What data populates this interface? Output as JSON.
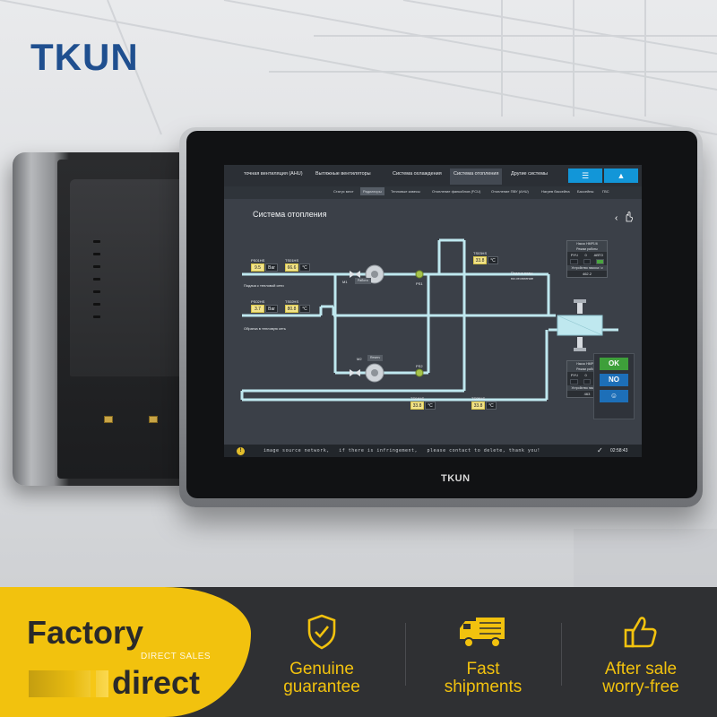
{
  "brand": {
    "logo_text": "TKUN"
  },
  "screen": {
    "nav_tabs": [
      "точная вентиляция (AHU)",
      "Вытяжные вентиляторы",
      "Система охлаждения",
      "Система отопления",
      "Другие системы"
    ],
    "nav_active": "Система отопления",
    "sub_tabs": [
      "Статус мест",
      "Радиаторы",
      "Тепловые завесы",
      "Отопление фанкойлов (FCU)",
      "Отопление ПВУ (AHU)",
      "Нагрев бассейна",
      "Бассейны",
      "ГВС"
    ],
    "sub_active": "Радиаторы",
    "page_title": "Система отопления",
    "sensors": {
      "ps01": {
        "tag": "PS01HS",
        "value": "9.5",
        "unit": "Bar"
      },
      "ts01": {
        "tag": "TS01HS",
        "value": "66.6",
        "unit": "°C"
      },
      "ps02": {
        "tag": "PS02HS",
        "value": "3.7",
        "unit": "Bar"
      },
      "ts02": {
        "tag": "TS02HS",
        "value": "80.8",
        "unit": "°C"
      },
      "ts03": {
        "tag": "TS03HS",
        "value": "33.8",
        "unit": "°C"
      },
      "ts04": {
        "tag": "TS04HS",
        "value": "33.8",
        "unit": "°C"
      },
      "ts05": {
        "tag": "TS05HS",
        "value": "33.8",
        "unit": "°C"
      }
    },
    "labels": {
      "supply_from_network": "Подача с тепловой сети",
      "return_to_network": "Обратка в тепловую сеть",
      "supply_water": "Подача воды",
      "to_heating": "на отопление",
      "m1": "M1",
      "m1_status": "Работа",
      "m2": "M2",
      "m2_status": "Reserv",
      "ps1": "PS1",
      "ps2": "PS2"
    },
    "pump_panel_1": {
      "title": "Насос НМР1/6",
      "mode": "Режим работы",
      "hand": "РУЧ",
      "zero": "0",
      "auto": "АВТО",
      "speed_label": "Устройство насоса / к",
      "speed_value": "462.2"
    },
    "pump_panel_2": {
      "title": "Насос НМР1/6",
      "mode": "Режим работы",
      "hand": "РУЧ",
      "zero": "0",
      "auto": "АВТО",
      "speed_label": "Устройство насоса / к",
      "speed_value": "463"
    },
    "status_buttons": {
      "ok": "OK",
      "no": "NO",
      "smile": "☺"
    },
    "statusbar": {
      "message": "image source network,   if there is infringement,   please contact to delete, thank you!",
      "clock": "02:58:43"
    },
    "bezel_logo": "TKUN"
  },
  "banner": {
    "factory": "Factory",
    "direct_sales": "DIRECT SALES",
    "direct": "direct",
    "features": [
      {
        "line1": "Genuine",
        "line2": "guarantee",
        "icon": "shield-check-icon"
      },
      {
        "line1": "Fast",
        "line2": "shipments",
        "icon": "truck-icon"
      },
      {
        "line1": "After sale",
        "line2": "worry-free",
        "icon": "thumbs-up-icon"
      }
    ]
  },
  "colors": {
    "brand_blue": "#1f4f8f",
    "accent_yellow": "#f2c20e",
    "pipe_cyan": "#bfe8ef",
    "ok_green": "#3e9f3a",
    "no_blue": "#1d6fb8"
  }
}
